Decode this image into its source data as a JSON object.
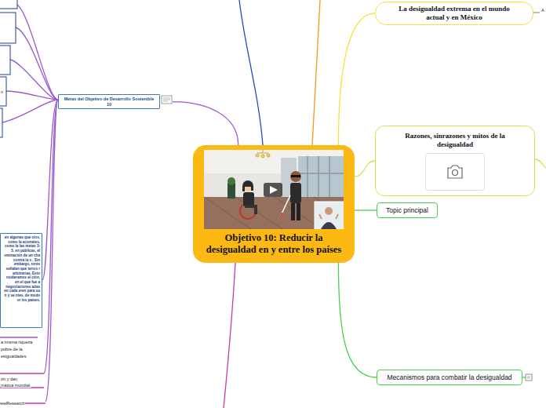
{
  "diagram": {
    "nodes": [
      {
        "text": [
          "Objetivo 10: Reducir la desigualdad en y entre los países"
        ]
      },
      {
        "text": [
          "La desigualdad extrema en el mundo actual y en México"
        ]
      },
      {
        "text": [
          "Razones, sinrazones y mitos de la desigualdad"
        ]
      },
      {
        "text": [
          "Topic principal"
        ]
      },
      {
        "text": [
          "Mecanismos para combatir la desigualdad"
        ]
      },
      {
        "text": [
          "Metas del Objetivo de Desarrollo Sostenible 10"
        ]
      },
      {
        "text": [
          "en algunas que cios, como la acionales, como la las metas 3-5, en públicas, el ominación de un cha contra la s . Sin embargo, tores señalan que terios r arbitrarias. Esto nsideramos el ción, en el que fue a negociaciones adas en cada eren para su n y se ntes, de modo or los países."
        ]
      }
    ],
    "edges": [
      {
        "from": 0,
        "to": 1,
        "arrow": "none"
      },
      {
        "from": 0,
        "to": 2,
        "arrow": "none"
      },
      {
        "from": 0,
        "to": 3,
        "arrow": "none"
      },
      {
        "from": 0,
        "to": 4,
        "arrow": "none"
      },
      {
        "from": 0,
        "to": 5,
        "arrow": "none"
      }
    ],
    "labels": [
      "A",
      "n",
      "a misma riqueza",
      "pobre de la",
      "esigualdades",
      "ón y dan",
      "mática mundial.",
      "ewResearch"
    ]
  }
}
